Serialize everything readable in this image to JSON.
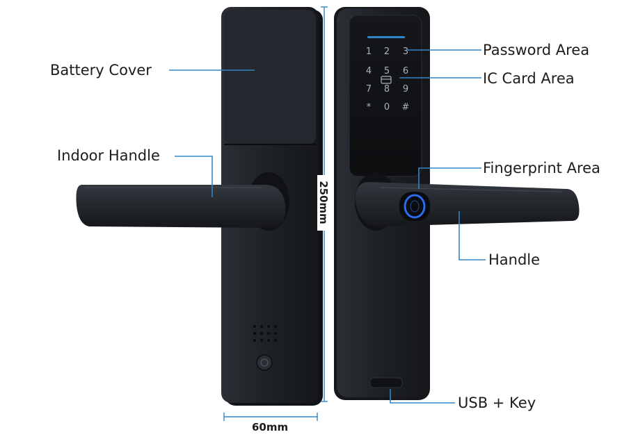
{
  "labels": {
    "battery_cover": "Battery Cover",
    "indoor_handle": "Indoor Handle",
    "password_area": "Password Area",
    "ic_card_area": "IC Card Area",
    "fingerprint_area": "Fingerprint Area",
    "handle": "Handle",
    "usb_key": "USB + Key"
  },
  "dimensions": {
    "height": "250mm",
    "width": "60mm"
  },
  "keypad": [
    "1",
    "2",
    "3",
    "4",
    "5",
    "6",
    "7",
    "8",
    "9",
    "*",
    "0",
    "#"
  ],
  "colors": {
    "lock_body": "#1f2227",
    "lock_edge": "#3a3f46",
    "leader_line": "#2f86c8",
    "keypad_text": "#a9b2bc",
    "fingerprint_ring": "#2c6cf0",
    "label_text": "#1c1c1c"
  }
}
